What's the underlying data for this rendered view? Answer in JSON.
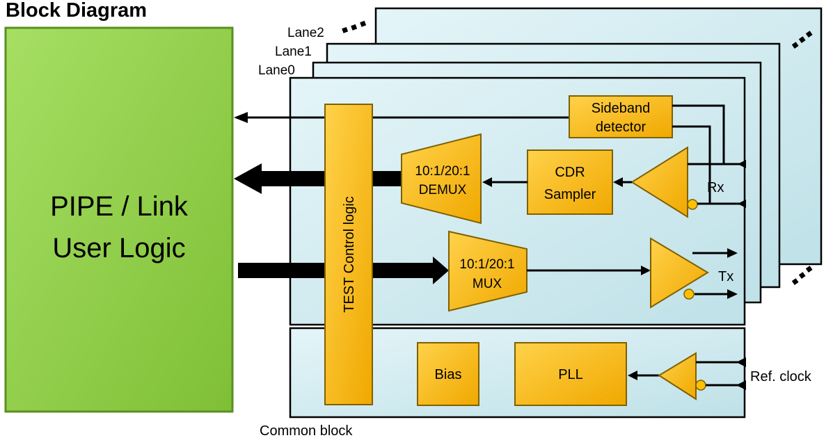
{
  "title": "Block Diagram",
  "pipe_block": {
    "line1": "PIPE / Link",
    "line2": "User Logic"
  },
  "lanes": [
    "Lane2",
    "Lane1",
    "Lane0"
  ],
  "test_control": "TEST Control logic",
  "sideband": {
    "line1": "Sideband",
    "line2": "detector"
  },
  "demux": {
    "line1": "10:1/20:1",
    "line2": "DEMUX"
  },
  "cdr": {
    "line1": "CDR",
    "line2": "Sampler"
  },
  "mux": {
    "line1": "10:1/20:1",
    "line2": "MUX"
  },
  "rx_label": "Rx",
  "tx_label": "Tx",
  "bias": "Bias",
  "pll": "PLL",
  "ref_clock": "Ref. clock",
  "common_block": "Common block",
  "colors": {
    "pipe_fill": "#92d050",
    "lane_fill": "#d5eef3",
    "block_fill": "#ffc000",
    "block_stroke": "#7f6000"
  }
}
